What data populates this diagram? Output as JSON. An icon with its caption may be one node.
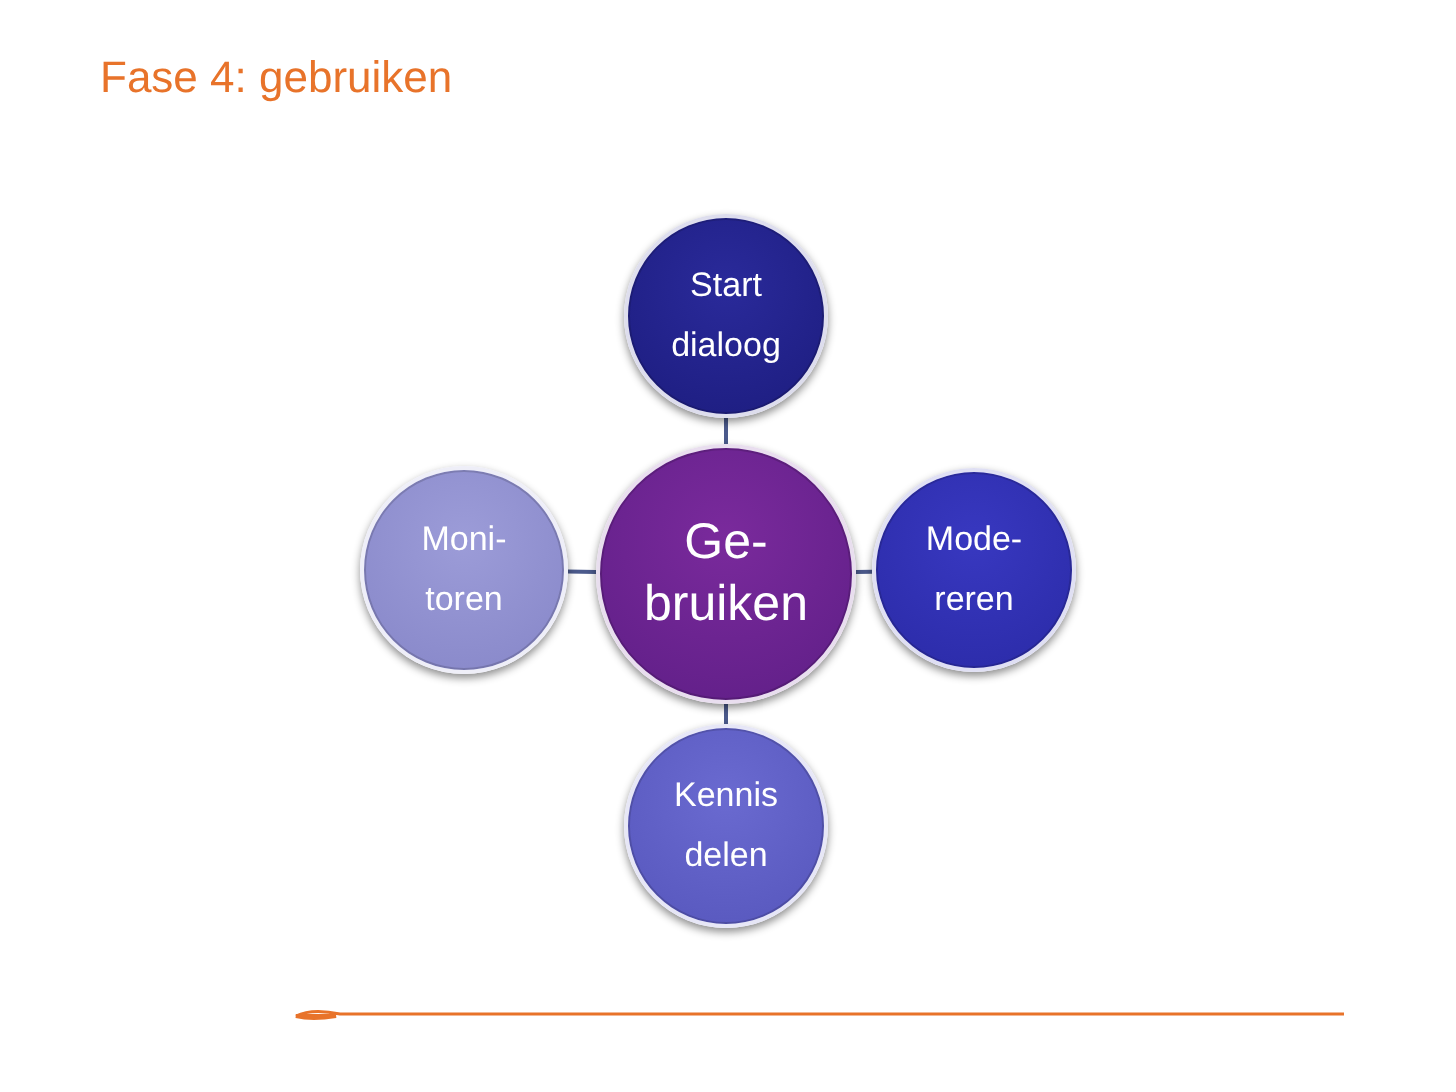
{
  "diagram": {
    "title": "Fase 4: gebruiken",
    "nodes": [
      {
        "text": [
          "Ge- bruiken"
        ]
      },
      {
        "text": [
          "Start dialoog"
        ]
      },
      {
        "text": [
          "Mode- reren"
        ]
      },
      {
        "text": [
          "Kennis delen"
        ]
      },
      {
        "text": [
          "Moni- toren"
        ]
      }
    ],
    "edges": [
      {
        "from": 0,
        "to": 1,
        "arrow": "none"
      },
      {
        "from": 0,
        "to": 2,
        "arrow": "none"
      },
      {
        "from": 0,
        "to": 3,
        "arrow": "none"
      },
      {
        "from": 0,
        "to": 4,
        "arrow": "none"
      }
    ]
  }
}
